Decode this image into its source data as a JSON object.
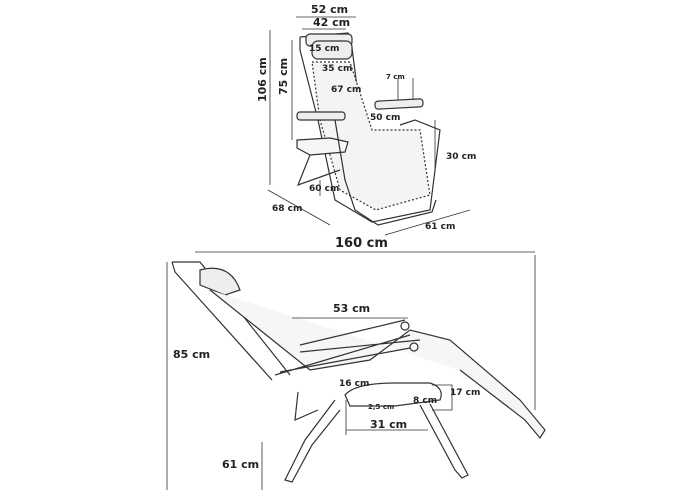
{
  "title": "Zero gravity chair dimensions",
  "front_view": {
    "total_width": "52 cm",
    "inner_width": "42 cm",
    "headrest_height": "15 cm",
    "headrest_width": "35 cm",
    "total_height": "106 cm",
    "backrest_height": "75 cm",
    "armrest_width": "7 cm",
    "seat_width_diagonal": "67 cm",
    "seat_depth": "50 cm",
    "armrest_to_seat": "30 cm",
    "frame_width": "60 cm",
    "depth": "68 cm",
    "base_length": "61 cm"
  },
  "side_view": {
    "reclined_length": "160 cm",
    "armrest_length": "53 cm",
    "reclined_height": "85 cm",
    "tray_slot_length": "16 cm",
    "cup_hole": "8 cm",
    "tray_height": "17 cm",
    "slot_width": "2,5 cm",
    "tray_width": "31 cm",
    "seat_height": "61 cm"
  }
}
